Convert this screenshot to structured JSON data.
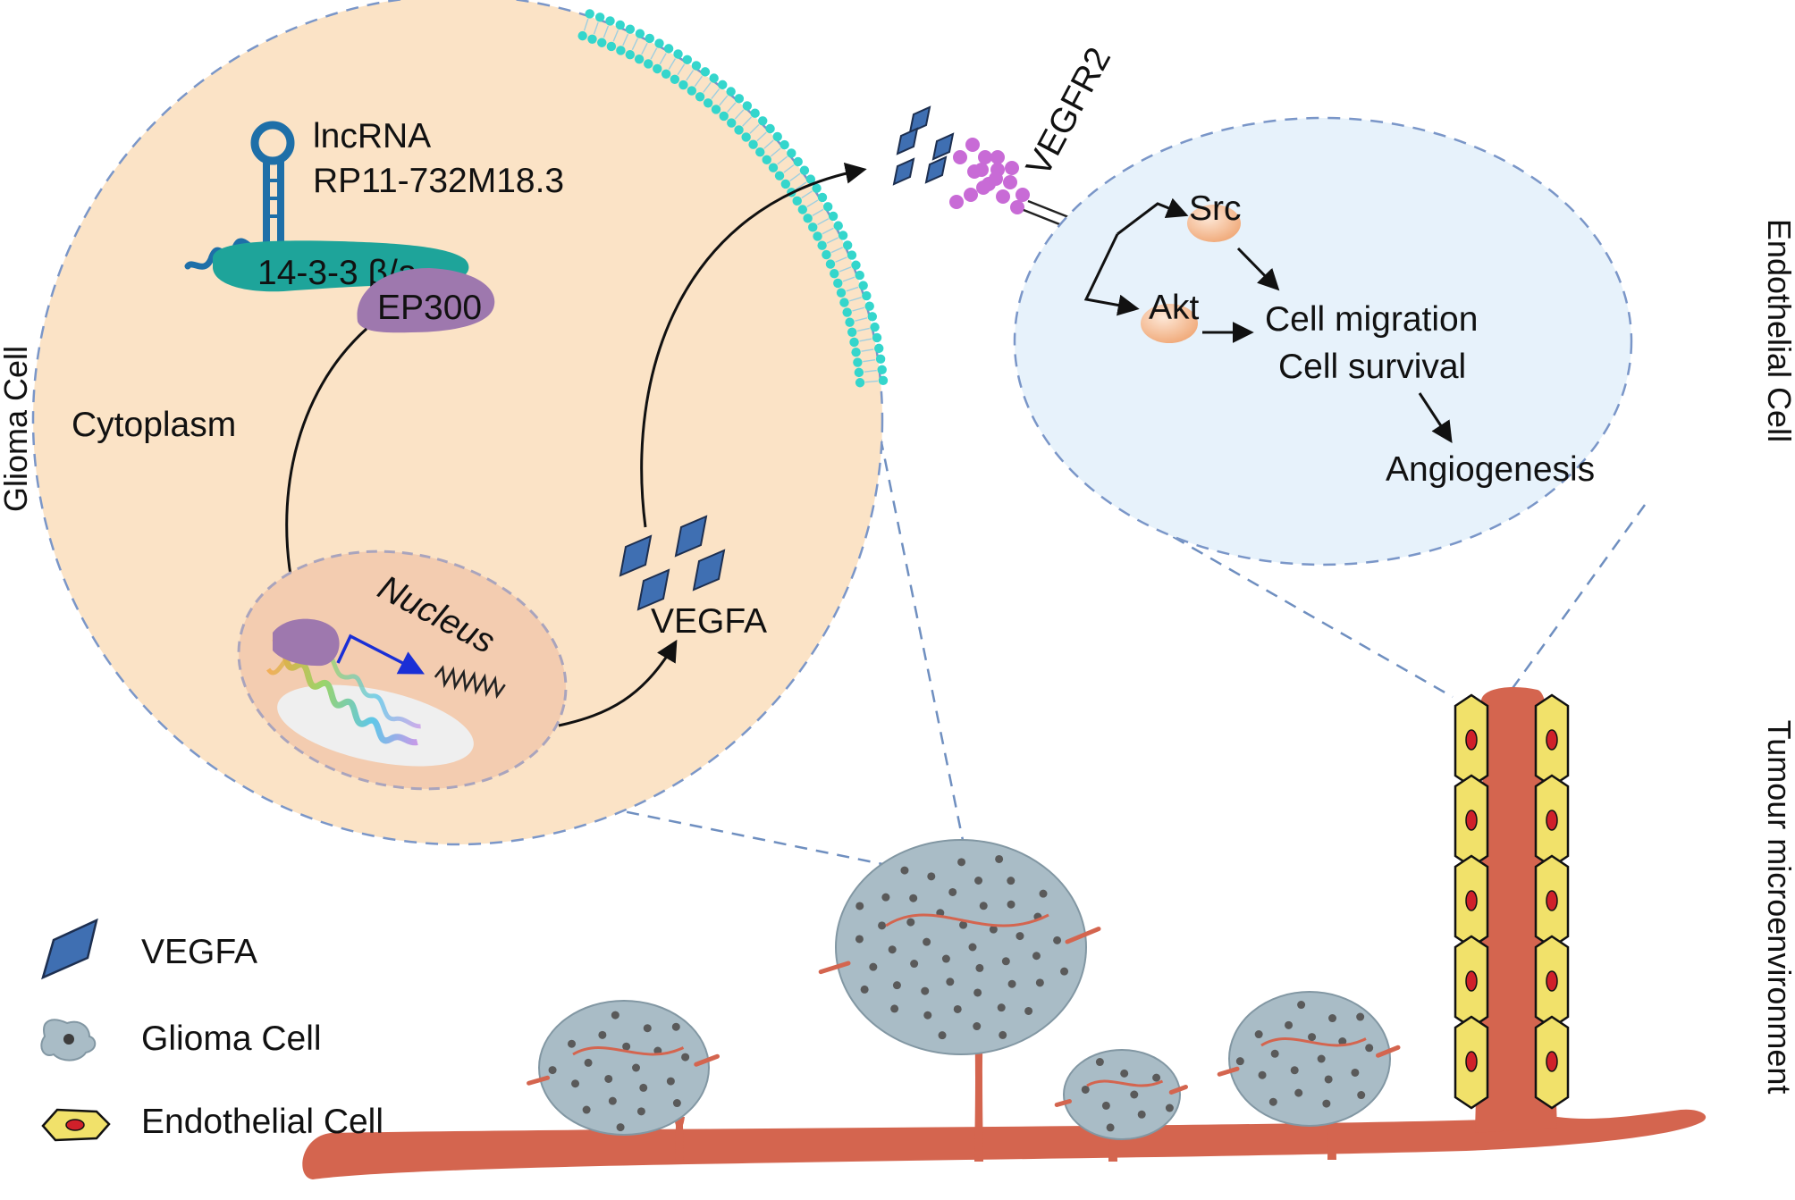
{
  "glioma_cell": {
    "side_label": "Glioma Cell",
    "cytoplasm_label": "Cytoplasm",
    "nucleus_label": "Nucleus",
    "lncrna_line1": "lncRNA",
    "lncrna_line2": "RP11-732M18.3",
    "protein_1433": "14-3-3 β/a",
    "protein_ep300": "EP300",
    "vegfa_label": "VEGFA"
  },
  "receptor": {
    "label": "VEGFR2"
  },
  "endothelial_cell": {
    "side_label": "Endothelial Cell",
    "src_label": "Src",
    "akt_label": "Akt",
    "outcome_line1": "Cell migration",
    "outcome_line2": "Cell survival",
    "angiogenesis_label": "Angiogenesis"
  },
  "microenvironment": {
    "side_label": "Tumour microenvironment"
  },
  "legend": {
    "vegfa": "VEGFA",
    "glioma_cell": "Glioma Cell",
    "endothelial_cell": "Endothelial Cell"
  },
  "colors": {
    "glioma_cytoplasm": "#fbe3c6",
    "nucleus": "#f3ccb0",
    "endothelial_cell": "#e7f2fb",
    "vessel": "#d4654f",
    "membrane_bead": "#34d6cc",
    "vegfa": "#3f6fb2",
    "ep300": "#9e78ae",
    "protein_1433": "#1ea49a",
    "lncrna": "#1e6fa8",
    "vegfr2": "#c86bd6",
    "kinase": "#f4b98f",
    "tumour_cell": "#a9bcc6",
    "endothelial_fill": "#f1e16a"
  }
}
